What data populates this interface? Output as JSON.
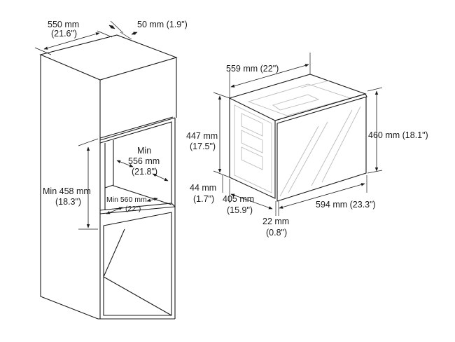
{
  "cabinet": {
    "depth": {
      "mm": "550 mm",
      "in": "(21.6\")"
    },
    "gap": "50 mm (1.9\")",
    "inner_width": {
      "prefix": "Min",
      "mm": "556 mm",
      "in": "(21.8\")"
    },
    "height": {
      "mm": "Min 458 mm",
      "in": "(18.3\")"
    },
    "width": {
      "mm": "Min 560 mm",
      "in": "(22\")"
    }
  },
  "oven": {
    "depth": "559 mm (22\")",
    "body_height": {
      "mm": "447 mm",
      "in": "(17.5\")"
    },
    "total_height": "460 mm (18.1\")",
    "bottom_offset": {
      "mm": "44 mm",
      "in": "(1.7\")"
    },
    "side_depth": {
      "mm": "405 mm",
      "in": "(15.9\")"
    },
    "width": "594 mm (23.3\")",
    "door_thickness": {
      "mm": "22 mm",
      "in": "(0.8\")"
    }
  }
}
